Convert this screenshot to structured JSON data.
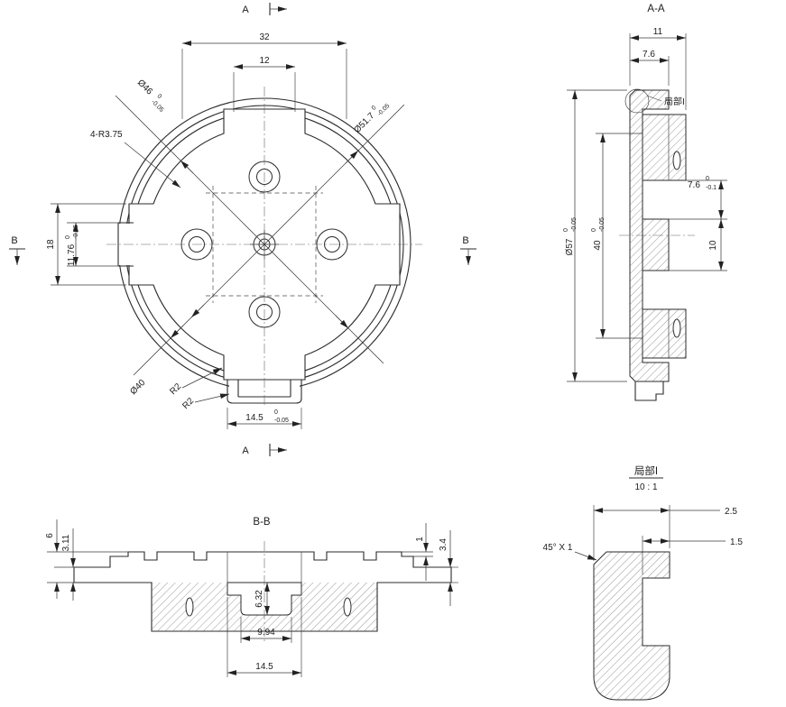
{
  "front": {
    "sec_a": "A",
    "sec_b": "B",
    "d32": "32",
    "d12": "12",
    "d46": {
      "v": "Ø46",
      "up": "0",
      "lo": "-0.05"
    },
    "d517": {
      "v": "Ø51.7",
      "up": "0",
      "lo": "-0.05"
    },
    "r375": "4-R3.75",
    "d18": "18",
    "d1176": {
      "v": "11.76",
      "up": "0",
      "lo": "-0.05"
    },
    "d40": "Ø40",
    "r2": "R2",
    "d145": {
      "v": "14.5",
      "up": "0",
      "lo": "-0.05"
    }
  },
  "aa": {
    "title": "A-A",
    "d11": "11",
    "d76top": "7.6",
    "detail_callout": "局部I",
    "d57": {
      "v": "Ø57",
      "up": "0",
      "lo": "-0.05"
    },
    "d40": {
      "v": "40",
      "up": "0",
      "lo": "-0.05"
    },
    "d76r": {
      "v": "7.6",
      "up": "0",
      "lo": "-0.1"
    },
    "d10": "10"
  },
  "bb": {
    "title": "B-B",
    "d6": "6",
    "d311": "3.11",
    "d1": "1",
    "d34": "3.4",
    "d632": "6.32",
    "d994": "9.94",
    "d145": "14.5"
  },
  "detail": {
    "title": "局部I",
    "scale": "10 : 1",
    "d25": "2.5",
    "d15": "1.5",
    "chamfer": "45° X 1"
  }
}
